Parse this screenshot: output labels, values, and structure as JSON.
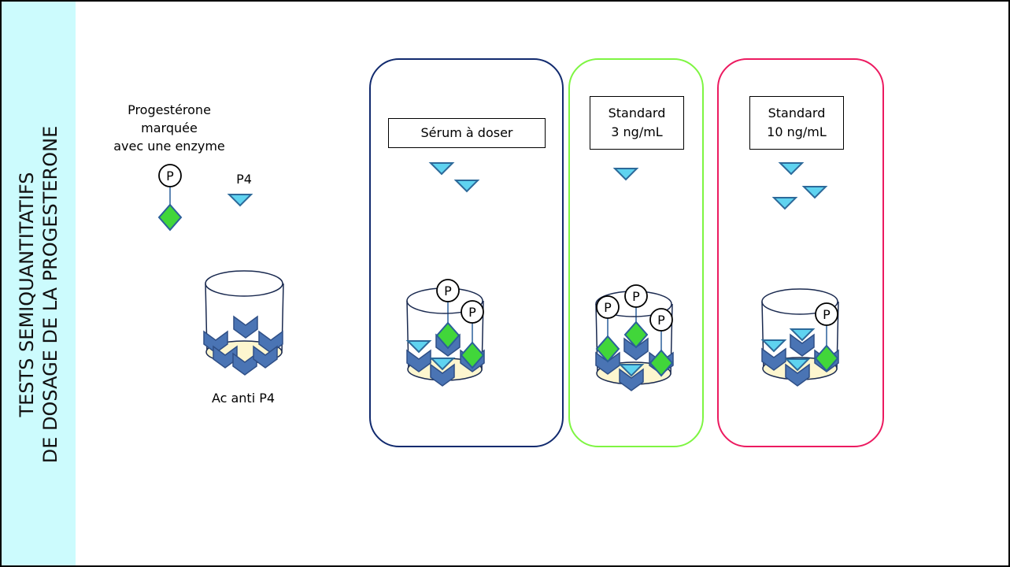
{
  "slide": {
    "title_lines": [
      "TESTS SEMIQUANTITATIFS",
      "DE DOSAGE DE LA PROGESTERONE"
    ]
  },
  "legend": {
    "labeled_progesterone_lines": [
      "Progestérone",
      "marquée",
      "avec une enzyme"
    ],
    "p4_label": "P4",
    "antibody_label": "Ac anti P4",
    "enzyme_marker_letter": "P"
  },
  "panels": {
    "serum": {
      "label": "Sérum à doser",
      "border_color": "#112a6e"
    },
    "std3": {
      "label_lines": [
        "Standard",
        "3 ng/mL"
      ],
      "border_color": "#7ef542"
    },
    "std10": {
      "label_lines": [
        "Standard",
        "10 ng/mL"
      ],
      "border_color": "#ec1a60"
    }
  },
  "colors": {
    "side_band": "#ccfbfd",
    "p4_fill": "#5fd3f0",
    "enzyme_fill": "#41d63a",
    "antibody_fill": "#4a74b4",
    "well_bottom_fill": "#fdf6cf"
  },
  "icons": [
    "p4-triangle-icon",
    "enzyme-diamond-icon",
    "antibody-chevron-icon",
    "well-cylinder-icon",
    "p-circle-icon"
  ]
}
